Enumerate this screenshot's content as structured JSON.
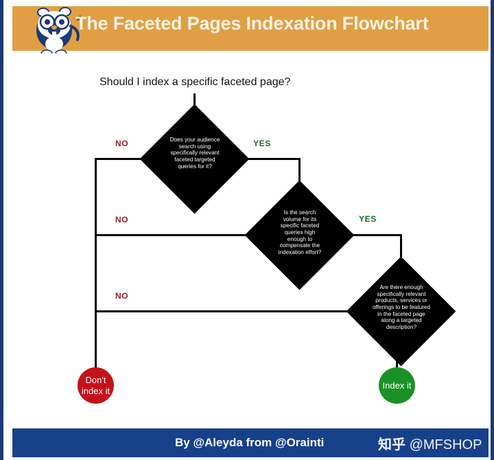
{
  "header": {
    "title": "The Faceted Pages Indexation Flowchart",
    "background_color": "#e09f45",
    "title_color": "#fdf3e3",
    "mascot_icon": "gopher-mascot-icon"
  },
  "canvas": {
    "prompt": "Should I index a specific faceted page?"
  },
  "flow": {
    "decisions": [
      {
        "id": "decision-1",
        "text": "Does your audience\nsearch using\nspecifically relevant\nfaceted targeted\nqueries for it?",
        "no_label": "NO",
        "yes_label": "YES"
      },
      {
        "id": "decision-2",
        "text": "Is the search\nvolume for its\nspecific faceted\nqueries high\nenough to\ncompensate the\nindexation effort?",
        "no_label": "NO",
        "yes_label": "YES"
      },
      {
        "id": "decision-3",
        "text": "Are there enough\nspecifically relevant\nproducts, services or\nofferings to be featured\nin the faceted page\nalong a targeted\ndescription?",
        "no_label": "NO",
        "yes_label": ""
      }
    ],
    "terminals": [
      {
        "id": "terminal-dont-index",
        "text": "Don't\nindex it",
        "color": "#c4121a"
      },
      {
        "id": "terminal-index",
        "text": "Index it",
        "color": "#1a9124"
      }
    ],
    "colors": {
      "decision_fill": "#000000",
      "connector": "#000000",
      "no_label": "#9e1b30",
      "yes_label": "#1e6b2a"
    }
  },
  "footer": {
    "credit": "By @Aleyda from @Orainti",
    "background_color": "#16408a",
    "watermark_site": "知乎",
    "watermark_user": "@MFSHOP"
  }
}
